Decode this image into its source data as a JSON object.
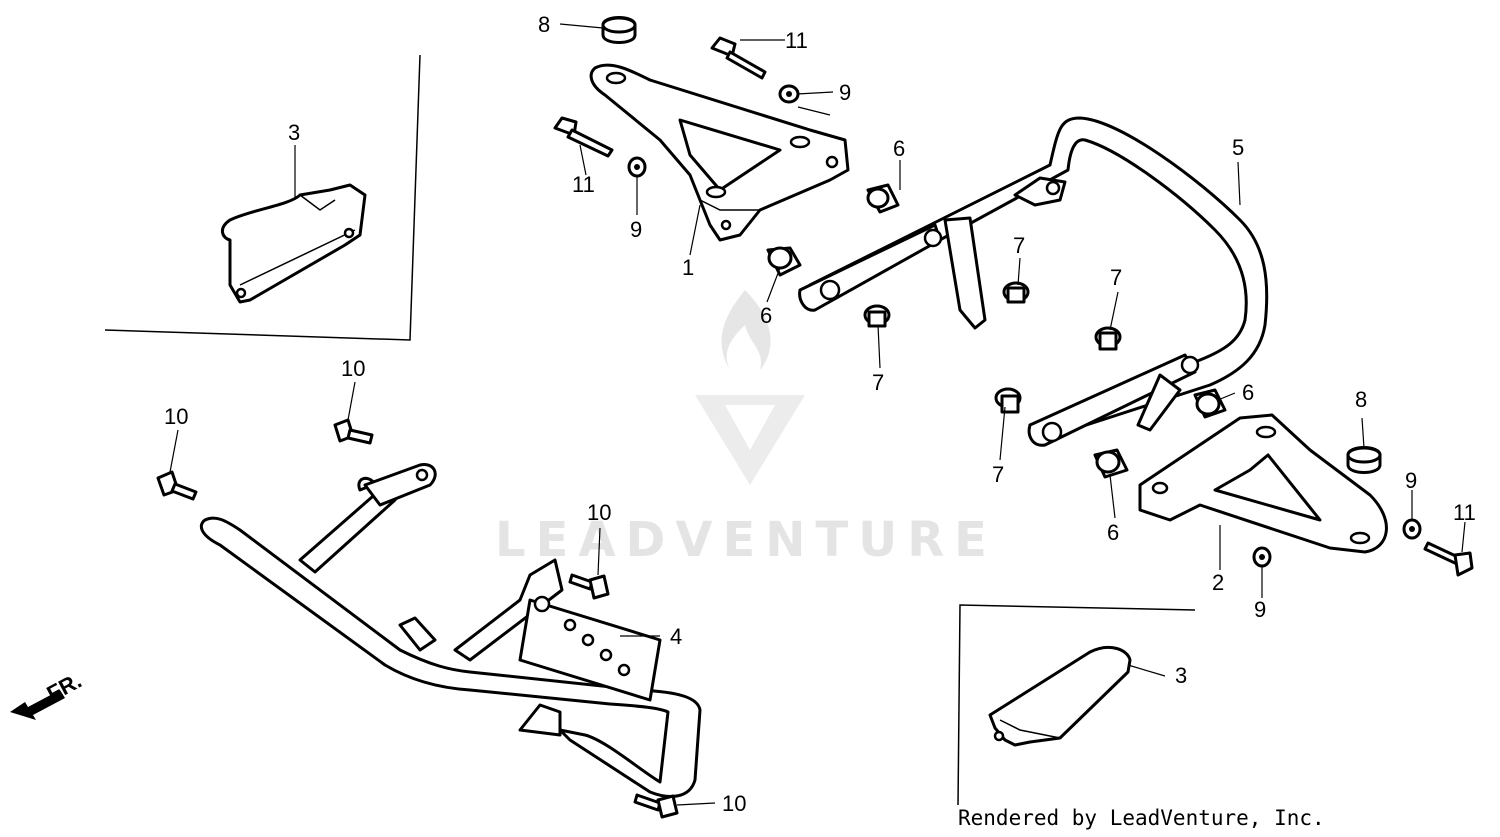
{
  "watermark": {
    "text": "LEADVENTURE"
  },
  "direction": {
    "label": "FR."
  },
  "footer": {
    "text": "Rendered by LeadVenture, Inc."
  },
  "callouts": {
    "c1": "1",
    "c2": "2",
    "c3a": "3",
    "c3b": "3",
    "c4": "4",
    "c5": "5",
    "c6a": "6",
    "c6b": "6",
    "c6c": "6",
    "c6d": "6",
    "c7a": "7",
    "c7b": "7",
    "c7c": "7",
    "c7d": "7",
    "c8a": "8",
    "c8b": "8",
    "c9a": "9",
    "c9b": "9",
    "c9c": "9",
    "c9d": "9",
    "c10a": "10",
    "c10b": "10",
    "c10c": "10",
    "c10d": "10",
    "c11a": "11",
    "c11b": "11",
    "c11c": "11"
  }
}
